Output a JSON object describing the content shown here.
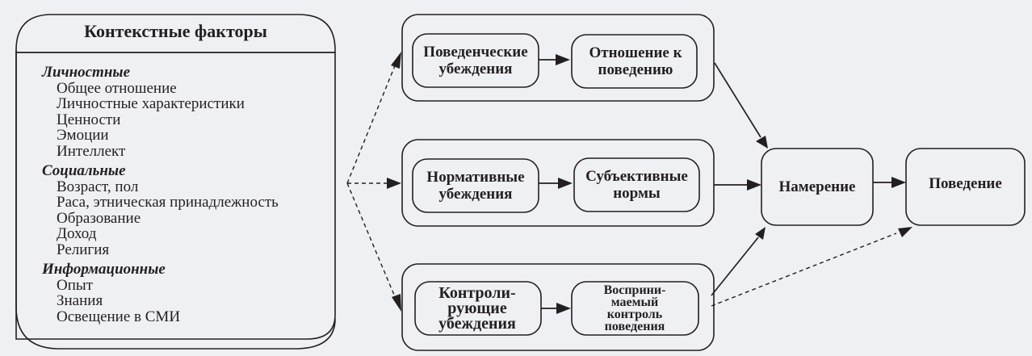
{
  "diagram": {
    "context": {
      "title": "Контекстные факторы",
      "groups": [
        {
          "heading": "Личностные",
          "items": [
            "Общее отношение",
            "Личностные характеристики",
            "Ценности",
            "Эмоции",
            "Интеллект"
          ]
        },
        {
          "heading": "Социальные",
          "items": [
            "Возраст, пол",
            "Раса, этническая принадлежность",
            "Образование",
            "Доход",
            "Религия"
          ]
        },
        {
          "heading": "Информационные",
          "items": [
            "Опыт",
            "Знания",
            "Освещение в СМИ"
          ]
        }
      ]
    },
    "rows": [
      {
        "beliefs": "Поведенческие убеждения",
        "outcome": "Отношение к поведению"
      },
      {
        "beliefs": "Нормативные убеждения",
        "outcome": "Субъективные нормы"
      },
      {
        "beliefs": "Контроли-рующие убеждения",
        "outcome": "Восприни-маемый контроль поведения"
      }
    ],
    "intention": "Намерение",
    "behavior": "Поведение"
  }
}
